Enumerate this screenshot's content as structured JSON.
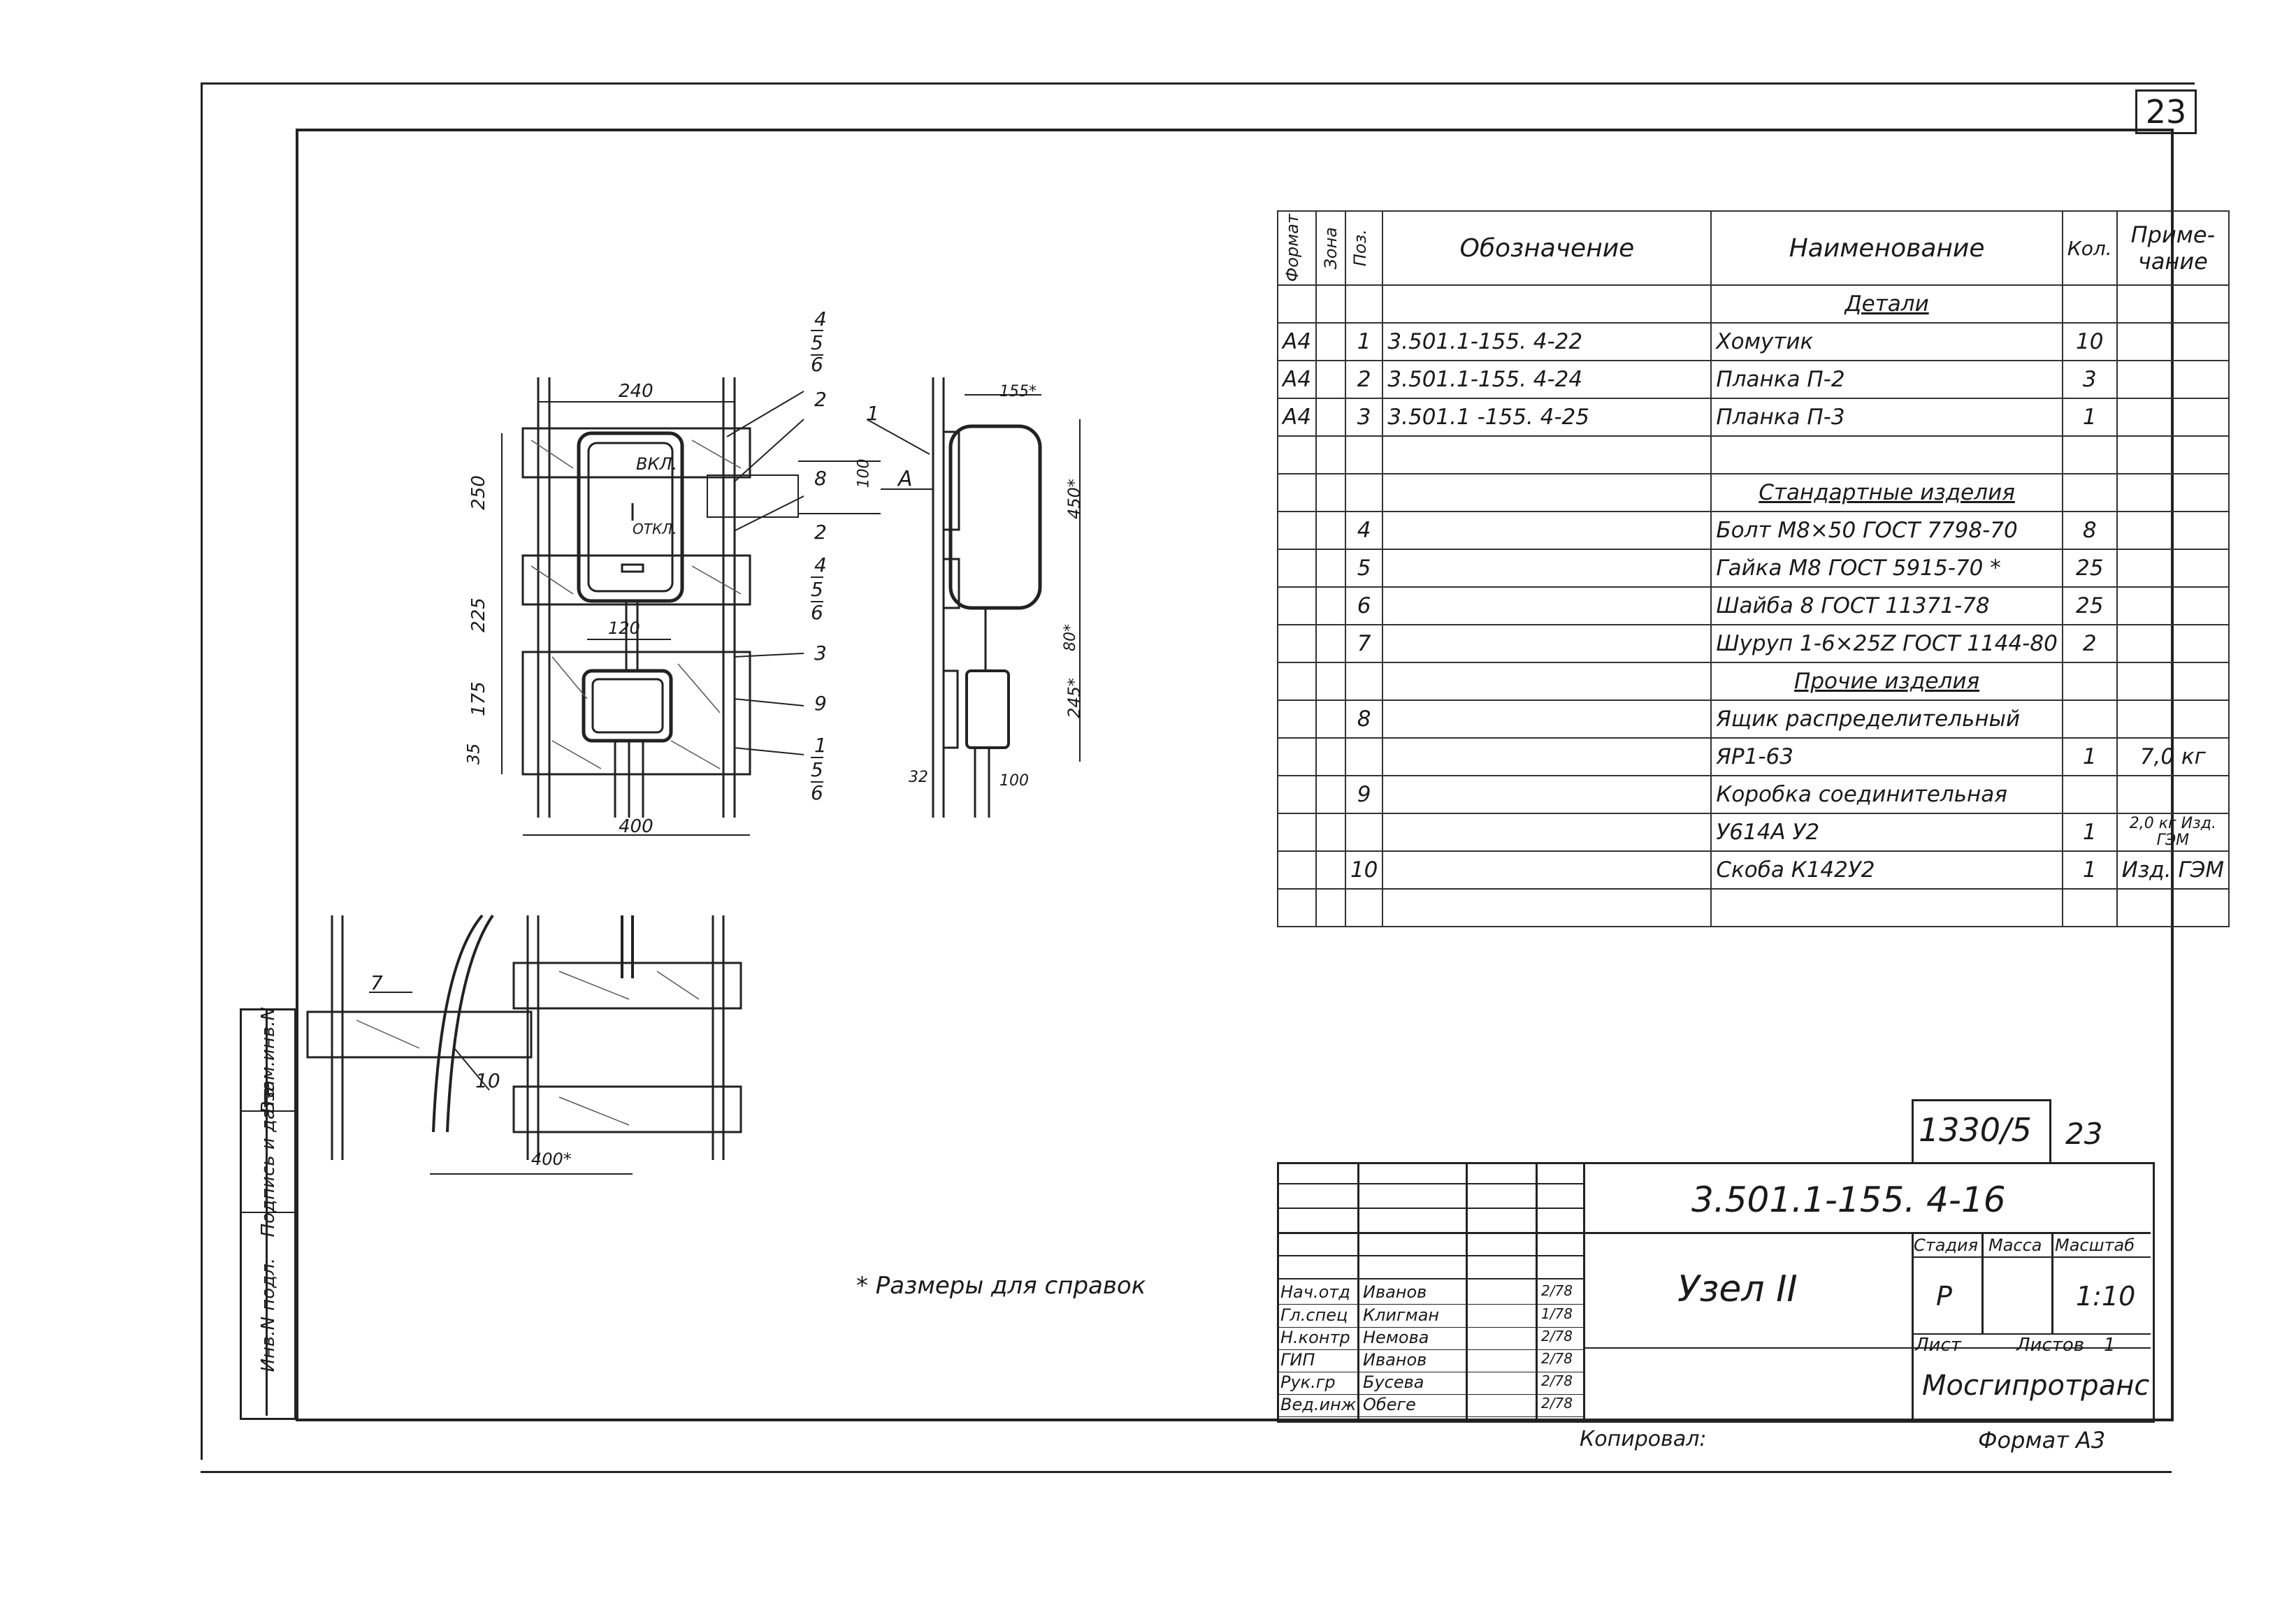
{
  "sheet_number": "23",
  "spec_table": {
    "headers": {
      "format": "Формат",
      "zone": "Зона",
      "pos": "Поз.",
      "designation": "Обозначение",
      "name": "Наименование",
      "qty": "Кол.",
      "note": "Приме-чание"
    },
    "rows": [
      {
        "format": "",
        "zone": "",
        "pos": "",
        "designation": "",
        "name": "Детали",
        "qty": "",
        "note": "",
        "section": true
      },
      {
        "format": "А4",
        "zone": "",
        "pos": "1",
        "designation": "3.501.1-155. 4-22",
        "name": "Хомутик",
        "qty": "10",
        "note": ""
      },
      {
        "format": "А4",
        "zone": "",
        "pos": "2",
        "designation": "3.501.1-155. 4-24",
        "name": "Планка П-2",
        "qty": "3",
        "note": ""
      },
      {
        "format": "А4",
        "zone": "",
        "pos": "3",
        "designation": "3.501.1 -155. 4-25",
        "name": "Планка П-3",
        "qty": "1",
        "note": ""
      },
      {
        "format": "",
        "zone": "",
        "pos": "",
        "designation": "",
        "name": "",
        "qty": "",
        "note": ""
      },
      {
        "format": "",
        "zone": "",
        "pos": "",
        "designation": "",
        "name": "Стандартные изделия",
        "qty": "",
        "note": "",
        "section": true
      },
      {
        "format": "",
        "zone": "",
        "pos": "4",
        "designation": "",
        "name": "Болт М8×50 ГОСТ 7798-70",
        "qty": "8",
        "note": ""
      },
      {
        "format": "",
        "zone": "",
        "pos": "5",
        "designation": "",
        "name": "Гайка М8 ГОСТ 5915-70 *",
        "qty": "25",
        "note": ""
      },
      {
        "format": "",
        "zone": "",
        "pos": "6",
        "designation": "",
        "name": "Шайба 8 ГОСТ 11371-78",
        "qty": "25",
        "note": ""
      },
      {
        "format": "",
        "zone": "",
        "pos": "7",
        "designation": "",
        "name": "Шуруп 1-6×25Z ГОСТ 1144-80",
        "qty": "2",
        "note": ""
      },
      {
        "format": "",
        "zone": "",
        "pos": "",
        "designation": "",
        "name": "Прочие изделия",
        "qty": "",
        "note": "",
        "section": true
      },
      {
        "format": "",
        "zone": "",
        "pos": "8",
        "designation": "",
        "name": "Ящик распределительный",
        "qty": "",
        "note": ""
      },
      {
        "format": "",
        "zone": "",
        "pos": "",
        "designation": "",
        "name": "ЯР1-63",
        "qty": "1",
        "note": "7,0 кг"
      },
      {
        "format": "",
        "zone": "",
        "pos": "9",
        "designation": "",
        "name": "Коробка соединительная",
        "qty": "",
        "note": ""
      },
      {
        "format": "",
        "zone": "",
        "pos": "",
        "designation": "",
        "name": "У614А У2",
        "qty": "1",
        "note": "2,0 кг Изд. ГЭМ"
      },
      {
        "format": "",
        "zone": "",
        "pos": "10",
        "designation": "",
        "name": "Скоба К142У2",
        "qty": "1",
        "note": "Изд. ГЭМ"
      },
      {
        "format": "",
        "zone": "",
        "pos": "",
        "designation": "",
        "name": "",
        "qty": "",
        "note": ""
      }
    ]
  },
  "drawing": {
    "dim_240": "240",
    "dim_250": "250",
    "dim_225": "225",
    "dim_175": "175",
    "dim_35": "35",
    "dim_120": "120",
    "dim_400": "400",
    "dim_100": "100",
    "dim_155": "155*",
    "dim_450": "450*",
    "dim_80": "80*",
    "dim_245": "245*",
    "dim_32": "32",
    "dim_100b": "100",
    "dim_400b": "400*",
    "label_vkl": "ВКЛ.",
    "label_otkl": "ОТКЛ.",
    "label_A": "А",
    "callouts": {
      "c4a": "4",
      "c5a": "5",
      "c6a": "6",
      "c2a": "2",
      "c8": "8",
      "c2b": "2",
      "c4b": "4",
      "c5b": "5",
      "c6b": "6",
      "c3": "3",
      "c9": "9",
      "c1a": "1",
      "c5c": "5",
      "c6c": "6",
      "c1b": "1",
      "c7": "7",
      "c10": "10"
    },
    "footnote": "* Размеры для справок"
  },
  "side_strip": [
    "Взам.инв.N",
    "Подпись и дата",
    "Инв.N подл."
  ],
  "title_block": {
    "archive_no": "1330/5",
    "archive_sheet": "23",
    "doc_code": "3.501.1-155. 4-16",
    "title": "Узел II",
    "stage_label": "Стадия",
    "mass_label": "Масса",
    "scale_label": "Масштаб",
    "stage": "Р",
    "scale": "1:10",
    "sheet_label": "Лист",
    "sheets_label": "Листов",
    "sheets_value": "1",
    "org": "Мосгипротранс",
    "people": [
      {
        "role": "Нач.отд",
        "name": "Иванов"
      },
      {
        "role": "Гл.спец",
        "name": "Клигман"
      },
      {
        "role": "Н.контр",
        "name": "Немова"
      },
      {
        "role": "ГИП",
        "name": "Иванов"
      },
      {
        "role": "Рук.гр",
        "name": "Бусева"
      },
      {
        "role": "Вед.инж",
        "name": "Обеге"
      }
    ],
    "dates": [
      "2/78",
      "1/78",
      "2/78",
      "2/78",
      "2/78",
      "2/78"
    ],
    "copied_label": "Копировал:",
    "format_label": "Формат А3"
  }
}
